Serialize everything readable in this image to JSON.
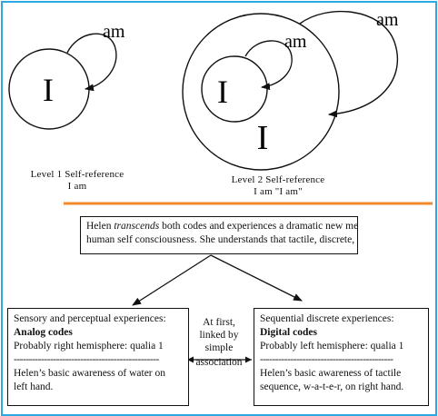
{
  "level1": {
    "self_label": "I",
    "loop_label": "am",
    "caption_line1": "Level 1 Self-reference",
    "caption_line2": "I am"
  },
  "level2": {
    "inner_self_label": "I",
    "outer_self_label": "I",
    "inner_loop_label": "am",
    "outer_loop_label": "am",
    "caption_line1": "Level 2 Self-reference",
    "caption_line2": "I am \"I am\""
  },
  "top_box": {
    "line1_start": "Helen ",
    "line1_emph": "transcends",
    "line1_end": " both codes and experiences a dramatic new mental life, true",
    "line2": "human self consciousness. She understands that tactile, discrete, arbitrary digital"
  },
  "left_box": {
    "line1": "Sensory and perceptual experiences:",
    "heading": "Analog codes",
    "line3": "Probably right hemisphere: qualia 1",
    "separator": "------------------------------------------------",
    "line4": "Helen’s basic awareness of water on",
    "line5": "left hand."
  },
  "right_box": {
    "line1": "Sequential discrete experiences:",
    "heading": "Digital codes",
    "line3": "Probably left hemisphere: qualia 1",
    "separator": "--------------------------------------------",
    "line4": "Helen’s basic awareness of tactile",
    "line5": "sequence, w-a-t-e-r, on right hand."
  },
  "middle_note": {
    "line1": "At first,",
    "line2": "linked by",
    "line3": "simple",
    "line4": "association"
  },
  "colors": {
    "frame_border": "#2da8e0",
    "divider": "#f08a2a",
    "ink": "#111111"
  }
}
